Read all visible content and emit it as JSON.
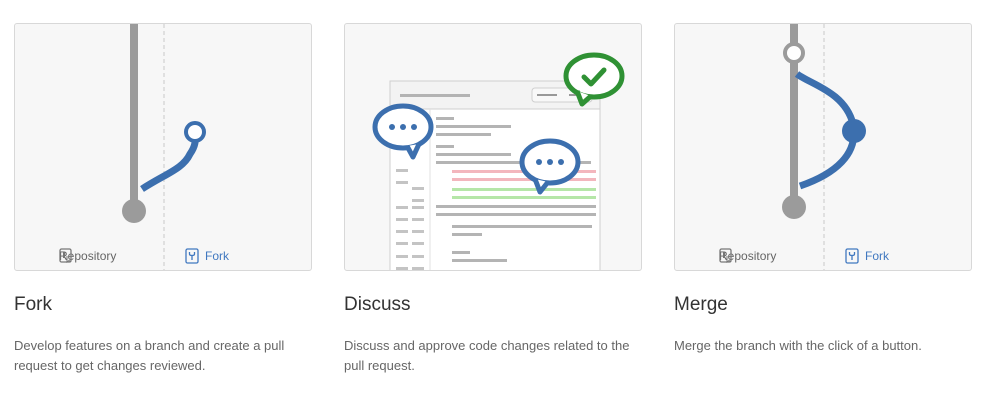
{
  "cards": [
    {
      "title": "Fork",
      "description": "Develop features on a branch and create a pull request to get changes reviewed.",
      "labels": {
        "repository": "Repository",
        "fork": "Fork"
      },
      "icons": [
        "repo-icon",
        "fork-icon"
      ]
    },
    {
      "title": "Discuss",
      "description": "Discuss and approve code changes related to the pull request.",
      "icons": [
        "comment-icon",
        "check-icon"
      ]
    },
    {
      "title": "Merge",
      "description": "Merge the branch with the click of a button.",
      "labels": {
        "repository": "Repository",
        "fork": "Fork"
      },
      "icons": [
        "repo-icon",
        "fork-icon"
      ]
    }
  ],
  "colors": {
    "branch_blue": "#3c6fae",
    "trunk_gray": "#9b9b9b",
    "approve_green": "#2f9134",
    "diff_removed": "#f3b6bd",
    "diff_added": "#b5e6a8"
  }
}
